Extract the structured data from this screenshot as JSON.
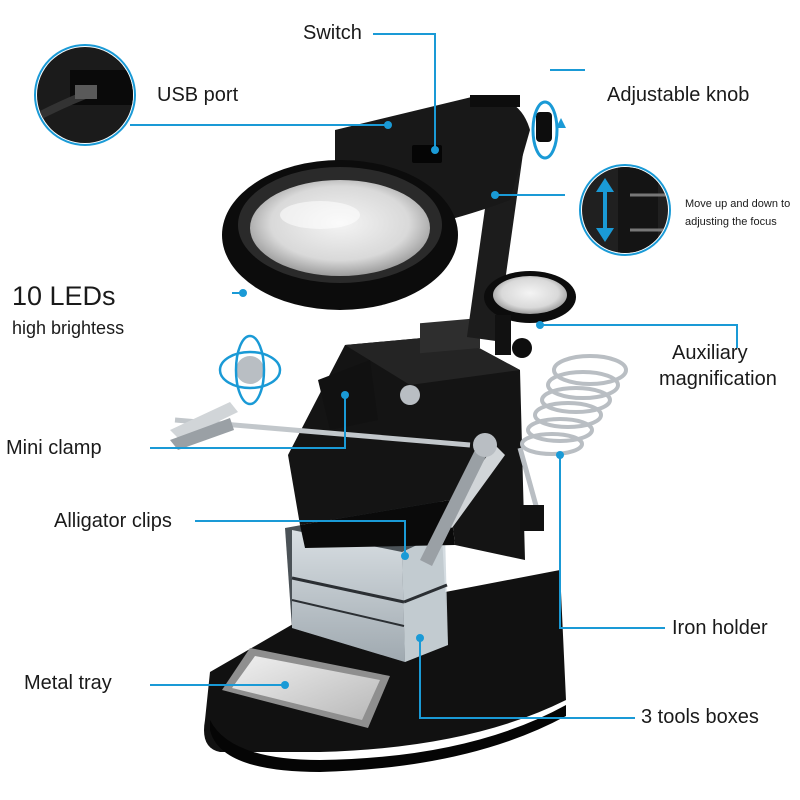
{
  "labels": {
    "switch": "Switch",
    "usb_port": "USB port",
    "adjustable_knob": "Adjustable knob",
    "focus_line1": "Move up and down to",
    "focus_line2": "adjusting the focus",
    "leds_title": "10 LEDs",
    "leds_sub": "high brightess",
    "auxiliary_line1": "Auxiliary",
    "auxiliary_line2": "magnification",
    "mini_clamp": "Mini clamp",
    "alligator_clips": "Alligator clips",
    "iron_holder": "Iron holder",
    "metal_tray": "Metal tray",
    "tools_boxes": "3 tools boxes"
  },
  "colors": {
    "callout": "#1a9ad6",
    "text": "#1a1a1a",
    "product_body": "#141414",
    "metal": "#c8ccd0"
  },
  "icons": {
    "rotate": "rotate-arrow-icon",
    "updown": "up-down-arrow-icon"
  }
}
